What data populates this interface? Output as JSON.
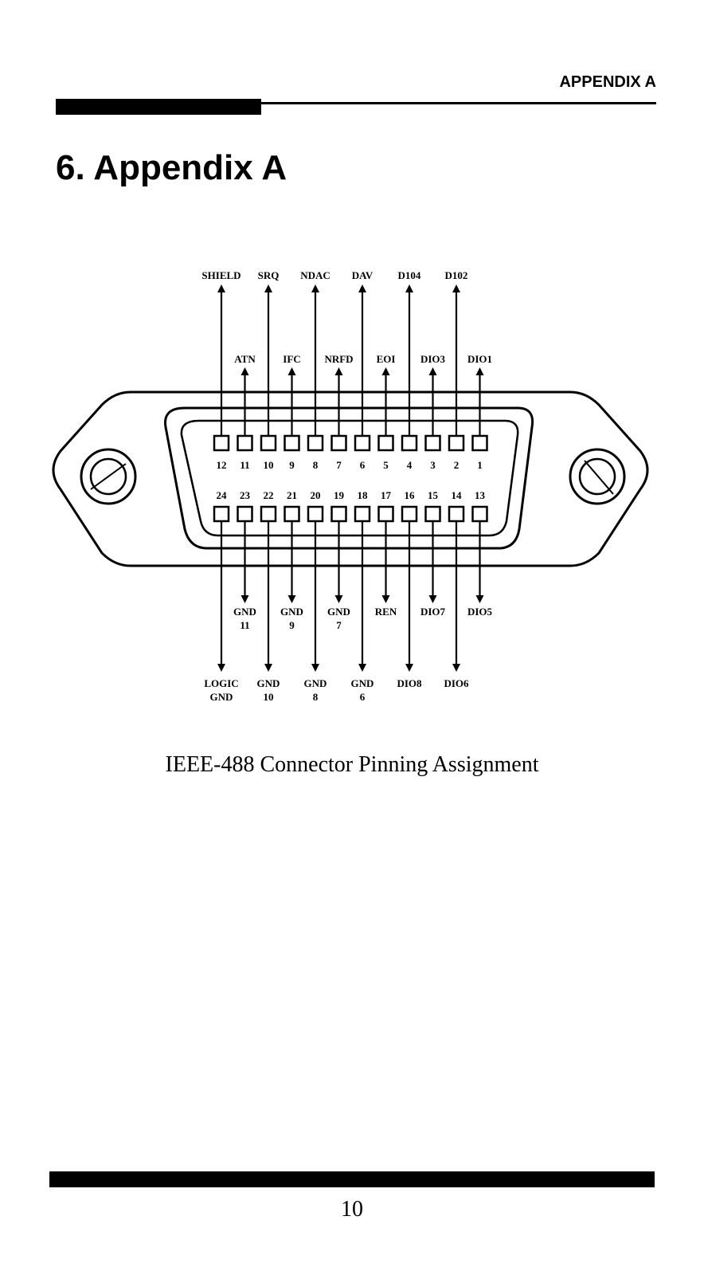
{
  "header": {
    "running_head": "APPENDIX A"
  },
  "section": {
    "title": "6. Appendix A"
  },
  "figure": {
    "caption": "IEEE-488 Connector Pinning Assignment",
    "top_outer_labels": [
      "SHIELD",
      "SRQ",
      "NDAC",
      "DAV",
      "D104",
      "D102"
    ],
    "top_inner_labels": [
      "ATN",
      "IFC",
      "NRFD",
      "EOI",
      "DIO3",
      "DIO1"
    ],
    "top_pin_numbers": [
      "12",
      "11",
      "10",
      "9",
      "8",
      "7",
      "6",
      "5",
      "4",
      "3",
      "2",
      "1"
    ],
    "bottom_pin_numbers": [
      "24",
      "23",
      "22",
      "21",
      "20",
      "19",
      "18",
      "17",
      "16",
      "15",
      "14",
      "13"
    ],
    "bottom_inner_labels": [
      {
        "l1": "GND",
        "l2": "11"
      },
      {
        "l1": "GND",
        "l2": "9"
      },
      {
        "l1": "GND",
        "l2": "7"
      },
      {
        "l1": "REN",
        "l2": ""
      },
      {
        "l1": "DIO7",
        "l2": ""
      },
      {
        "l1": "DIO5",
        "l2": ""
      }
    ],
    "bottom_outer_labels": [
      {
        "l1": "LOGIC",
        "l2": "GND"
      },
      {
        "l1": "GND",
        "l2": "10"
      },
      {
        "l1": "GND",
        "l2": "8"
      },
      {
        "l1": "GND",
        "l2": "6"
      },
      {
        "l1": "DIO8",
        "l2": ""
      },
      {
        "l1": "DIO6",
        "l2": ""
      }
    ]
  },
  "footer": {
    "page_number": "10"
  }
}
